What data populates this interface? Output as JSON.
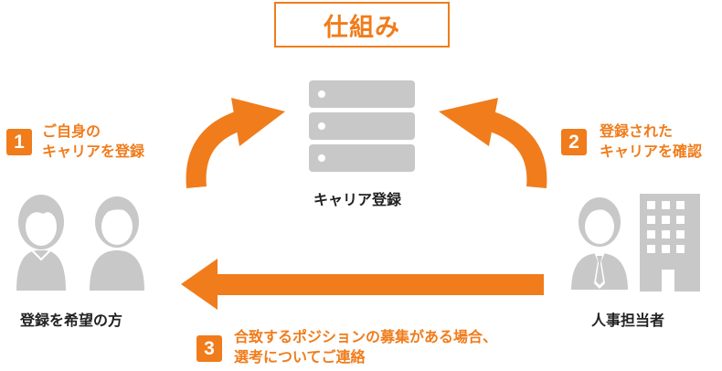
{
  "title": "仕組み",
  "center": {
    "label": "キャリア登録"
  },
  "left_party": {
    "label": "登録を希望の方"
  },
  "right_party": {
    "label": "人事担当者"
  },
  "steps": [
    {
      "number": "1",
      "line1": "ご自身の",
      "line2": "キャリアを登録"
    },
    {
      "number": "2",
      "line1": "登録された",
      "line2": "キャリアを確認"
    },
    {
      "number": "3",
      "line1": "合致するポジションの募集がある場合、",
      "line2": "選考についてご連絡"
    }
  ],
  "colors": {
    "accent": "#f07c1b",
    "icon_gray": "#c8c8c8",
    "icon_light": "#e0e0e0"
  },
  "icons": [
    "server-icon",
    "female-user-icon",
    "male-user-icon",
    "businessman-icon",
    "office-building-icon"
  ]
}
